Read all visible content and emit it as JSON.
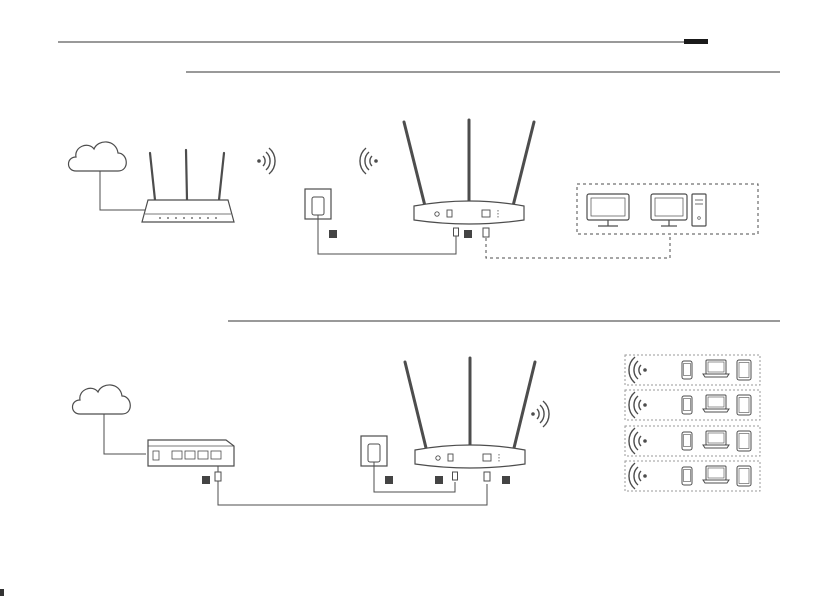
{
  "page": {
    "header_tab_color": "#1a1a1a",
    "line_color": "#333333",
    "device_stroke": "#4d4d4d",
    "marker_color": "#444444"
  },
  "sections": [
    {
      "id": "access-point-mode",
      "devices": [
        "cloud-icon",
        "wireless-router-icon",
        "wifi-signal-icon",
        "power-adapter-icon",
        "access-point-icon",
        "monitor-icon",
        "desktop-pc-icon"
      ],
      "connection_markers": [
        "",
        ""
      ]
    },
    {
      "id": "wired-uplink-mode",
      "devices": [
        "cloud-icon",
        "switch-icon",
        "power-adapter-icon",
        "access-point-icon",
        "wifi-signal-icon",
        "phone-icon",
        "laptop-icon",
        "tablet-icon"
      ],
      "connection_markers": [
        "",
        "",
        "",
        ""
      ],
      "client_groups": 4
    }
  ]
}
